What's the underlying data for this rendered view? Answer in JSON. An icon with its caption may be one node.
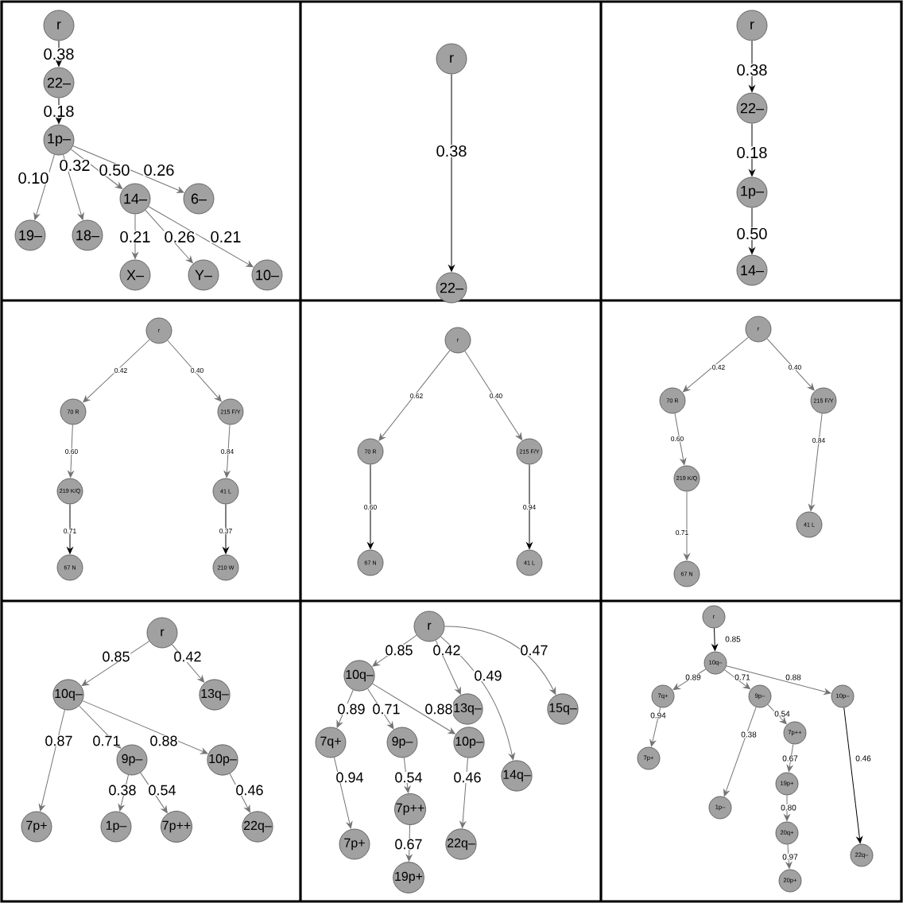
{
  "diagram": {
    "nodes": [
      {
        "text": [
          "r"
        ]
      },
      {
        "text": [
          "22–"
        ]
      },
      {
        "text": [
          "1p–"
        ]
      },
      {
        "text": [
          "14–"
        ]
      },
      {
        "text": [
          "6–"
        ]
      },
      {
        "text": [
          "19–"
        ]
      },
      {
        "text": [
          "18–"
        ]
      },
      {
        "text": [
          "X–"
        ]
      },
      {
        "text": [
          "Y–"
        ]
      },
      {
        "text": [
          "10–"
        ]
      },
      {
        "text": [
          "r"
        ]
      },
      {
        "text": [
          "22–"
        ]
      },
      {
        "text": [
          "r"
        ]
      },
      {
        "text": [
          "22–"
        ]
      },
      {
        "text": [
          "1p–"
        ]
      },
      {
        "text": [
          "14–"
        ]
      },
      {
        "text": [
          "r"
        ]
      },
      {
        "text": [
          "70 R"
        ]
      },
      {
        "text": [
          "215 F/Y"
        ]
      },
      {
        "text": [
          "219 K/Q"
        ]
      },
      {
        "text": [
          "41 L"
        ]
      },
      {
        "text": [
          "67 N"
        ]
      },
      {
        "text": [
          "210 W"
        ]
      },
      {
        "text": [
          "r"
        ]
      },
      {
        "text": [
          "70 R"
        ]
      },
      {
        "text": [
          "215 F/Y"
        ]
      },
      {
        "text": [
          "67 N"
        ]
      },
      {
        "text": [
          "41 L"
        ]
      },
      {
        "text": [
          "r"
        ]
      },
      {
        "text": [
          "70 R"
        ]
      },
      {
        "text": [
          "215 F/Y"
        ]
      },
      {
        "text": [
          "219 K/Q"
        ]
      },
      {
        "text": [
          "41 L"
        ]
      },
      {
        "text": [
          "67 N"
        ]
      },
      {
        "text": [
          "r"
        ]
      },
      {
        "text": [
          "10q–"
        ]
      },
      {
        "text": [
          "13q–"
        ]
      },
      {
        "text": [
          "9p–"
        ]
      },
      {
        "text": [
          "10p–"
        ]
      },
      {
        "text": [
          "7p+"
        ]
      },
      {
        "text": [
          "1p–"
        ]
      },
      {
        "text": [
          "7p++"
        ]
      },
      {
        "text": [
          "22q–"
        ]
      },
      {
        "text": [
          "r"
        ]
      },
      {
        "text": [
          "10q–"
        ]
      },
      {
        "text": [
          "13q–"
        ]
      },
      {
        "text": [
          "15q–"
        ]
      },
      {
        "text": [
          "7q+"
        ]
      },
      {
        "text": [
          "9p–"
        ]
      },
      {
        "text": [
          "10p–"
        ]
      },
      {
        "text": [
          "14q–"
        ]
      },
      {
        "text": [
          "7p++"
        ]
      },
      {
        "text": [
          "7p+"
        ]
      },
      {
        "text": [
          "22q–"
        ]
      },
      {
        "text": [
          "19p+"
        ]
      },
      {
        "text": [
          "r"
        ]
      },
      {
        "text": [
          "10q–"
        ]
      },
      {
        "text": [
          "7q+"
        ]
      },
      {
        "text": [
          "9p–"
        ]
      },
      {
        "text": [
          "10p–"
        ]
      },
      {
        "text": [
          "7p++"
        ]
      },
      {
        "text": [
          "7p+"
        ]
      },
      {
        "text": [
          "19p+"
        ]
      },
      {
        "text": [
          "1p–"
        ]
      },
      {
        "text": [
          "20q+"
        ]
      },
      {
        "text": [
          "22q–"
        ]
      },
      {
        "text": [
          "20p+"
        ]
      }
    ],
    "edges": [
      {
        "from": 0,
        "to": 1,
        "arrow": "to",
        "label": "0.38",
        "color": "#000000"
      },
      {
        "from": 1,
        "to": 2,
        "arrow": "to",
        "label": "0.18",
        "color": "#000000"
      },
      {
        "from": 2,
        "to": 5,
        "arrow": "to",
        "label": "0.10"
      },
      {
        "from": 2,
        "to": 6,
        "arrow": "to",
        "label": "0.32"
      },
      {
        "from": 2,
        "to": 3,
        "arrow": "to",
        "label": "0.50"
      },
      {
        "from": 2,
        "to": 4,
        "arrow": "to",
        "label": "0.26"
      },
      {
        "from": 3,
        "to": 7,
        "arrow": "to",
        "label": "0.21"
      },
      {
        "from": 3,
        "to": 8,
        "arrow": "to",
        "label": "0.26"
      },
      {
        "from": 3,
        "to": 9,
        "arrow": "to",
        "label": "0.21"
      },
      {
        "from": 10,
        "to": 11,
        "arrow": "to",
        "label": "0.38",
        "color": "#000000"
      },
      {
        "from": 12,
        "to": 13,
        "arrow": "to",
        "label": "0.38",
        "color": "#000000"
      },
      {
        "from": 13,
        "to": 14,
        "arrow": "to",
        "label": "0.18",
        "color": "#000000"
      },
      {
        "from": 14,
        "to": 15,
        "arrow": "to",
        "label": "0.50",
        "color": "#000000"
      },
      {
        "from": 16,
        "to": 17,
        "arrow": "to",
        "label": "0.42"
      },
      {
        "from": 16,
        "to": 18,
        "arrow": "to",
        "label": "0.40"
      },
      {
        "from": 17,
        "to": 19,
        "arrow": "to",
        "label": "0.60"
      },
      {
        "from": 18,
        "to": 20,
        "arrow": "to",
        "label": "0.84"
      },
      {
        "from": 19,
        "to": 21,
        "arrow": "to",
        "label": "0.71",
        "color": "#000000"
      },
      {
        "from": 20,
        "to": 22,
        "arrow": "to",
        "label": "0.37",
        "color": "#000000"
      },
      {
        "from": 23,
        "to": 24,
        "arrow": "to",
        "label": "0.62"
      },
      {
        "from": 23,
        "to": 25,
        "arrow": "to",
        "label": "0.40"
      },
      {
        "from": 24,
        "to": 26,
        "arrow": "to",
        "label": "0.60",
        "color": "#000000"
      },
      {
        "from": 25,
        "to": 27,
        "arrow": "to",
        "label": "0.94",
        "color": "#000000"
      },
      {
        "from": 28,
        "to": 29,
        "arrow": "to",
        "label": "0.42"
      },
      {
        "from": 28,
        "to": 30,
        "arrow": "to",
        "label": "0.40"
      },
      {
        "from": 29,
        "to": 31,
        "arrow": "to",
        "label": "0.60"
      },
      {
        "from": 30,
        "to": 32,
        "arrow": "to",
        "label": "0.84"
      },
      {
        "from": 31,
        "to": 33,
        "arrow": "to",
        "label": "0.71"
      },
      {
        "from": 34,
        "to": 35,
        "arrow": "to",
        "label": "0.85"
      },
      {
        "from": 34,
        "to": 36,
        "arrow": "to",
        "label": "0.42"
      },
      {
        "from": 35,
        "to": 39,
        "arrow": "to",
        "label": "0.87"
      },
      {
        "from": 35,
        "to": 37,
        "arrow": "to",
        "label": "0.71"
      },
      {
        "from": 35,
        "to": 38,
        "arrow": "to",
        "label": "0.88"
      },
      {
        "from": 37,
        "to": 40,
        "arrow": "to",
        "label": "0.38"
      },
      {
        "from": 37,
        "to": 41,
        "arrow": "to",
        "label": "0.54"
      },
      {
        "from": 38,
        "to": 42,
        "arrow": "to",
        "label": "0.46"
      },
      {
        "from": 43,
        "to": 44,
        "arrow": "to",
        "label": "0.85"
      },
      {
        "from": 43,
        "to": 45,
        "arrow": "to",
        "label": "0.42"
      },
      {
        "from": 43,
        "to": 50,
        "arrow": "to",
        "label": "0.49"
      },
      {
        "from": 43,
        "to": 46,
        "arrow": "to",
        "label": "0.47"
      },
      {
        "from": 44,
        "to": 47,
        "arrow": "to",
        "label": "0.89"
      },
      {
        "from": 44,
        "to": 48,
        "arrow": "to",
        "label": "0.71"
      },
      {
        "from": 44,
        "to": 49,
        "arrow": "to",
        "label": "0.88"
      },
      {
        "from": 47,
        "to": 52,
        "arrow": "to",
        "label": "0.94"
      },
      {
        "from": 48,
        "to": 51,
        "arrow": "to",
        "label": "0.54"
      },
      {
        "from": 49,
        "to": 53,
        "arrow": "to",
        "label": "0.46"
      },
      {
        "from": 51,
        "to": 54,
        "arrow": "to",
        "label": "0.67"
      },
      {
        "from": 55,
        "to": 56,
        "arrow": "to",
        "label": "0.85",
        "color": "#000000"
      },
      {
        "from": 56,
        "to": 57,
        "arrow": "to",
        "label": "0.89"
      },
      {
        "from": 56,
        "to": 58,
        "arrow": "to",
        "label": "0.71"
      },
      {
        "from": 56,
        "to": 59,
        "arrow": "to",
        "label": "0.88"
      },
      {
        "from": 57,
        "to": 61,
        "arrow": "to",
        "label": "0.94"
      },
      {
        "from": 58,
        "to": 63,
        "arrow": "to",
        "label": "0.38"
      },
      {
        "from": 58,
        "to": 60,
        "arrow": "to",
        "label": "0.54"
      },
      {
        "from": 60,
        "to": 62,
        "arrow": "to",
        "label": "0.67"
      },
      {
        "from": 62,
        "to": 64,
        "arrow": "to",
        "label": "0.80"
      },
      {
        "from": 64,
        "to": 66,
        "arrow": "to",
        "label": "0.97"
      },
      {
        "from": 59,
        "to": 65,
        "arrow": "to",
        "label": "0.46",
        "color": "#000000"
      }
    ]
  }
}
